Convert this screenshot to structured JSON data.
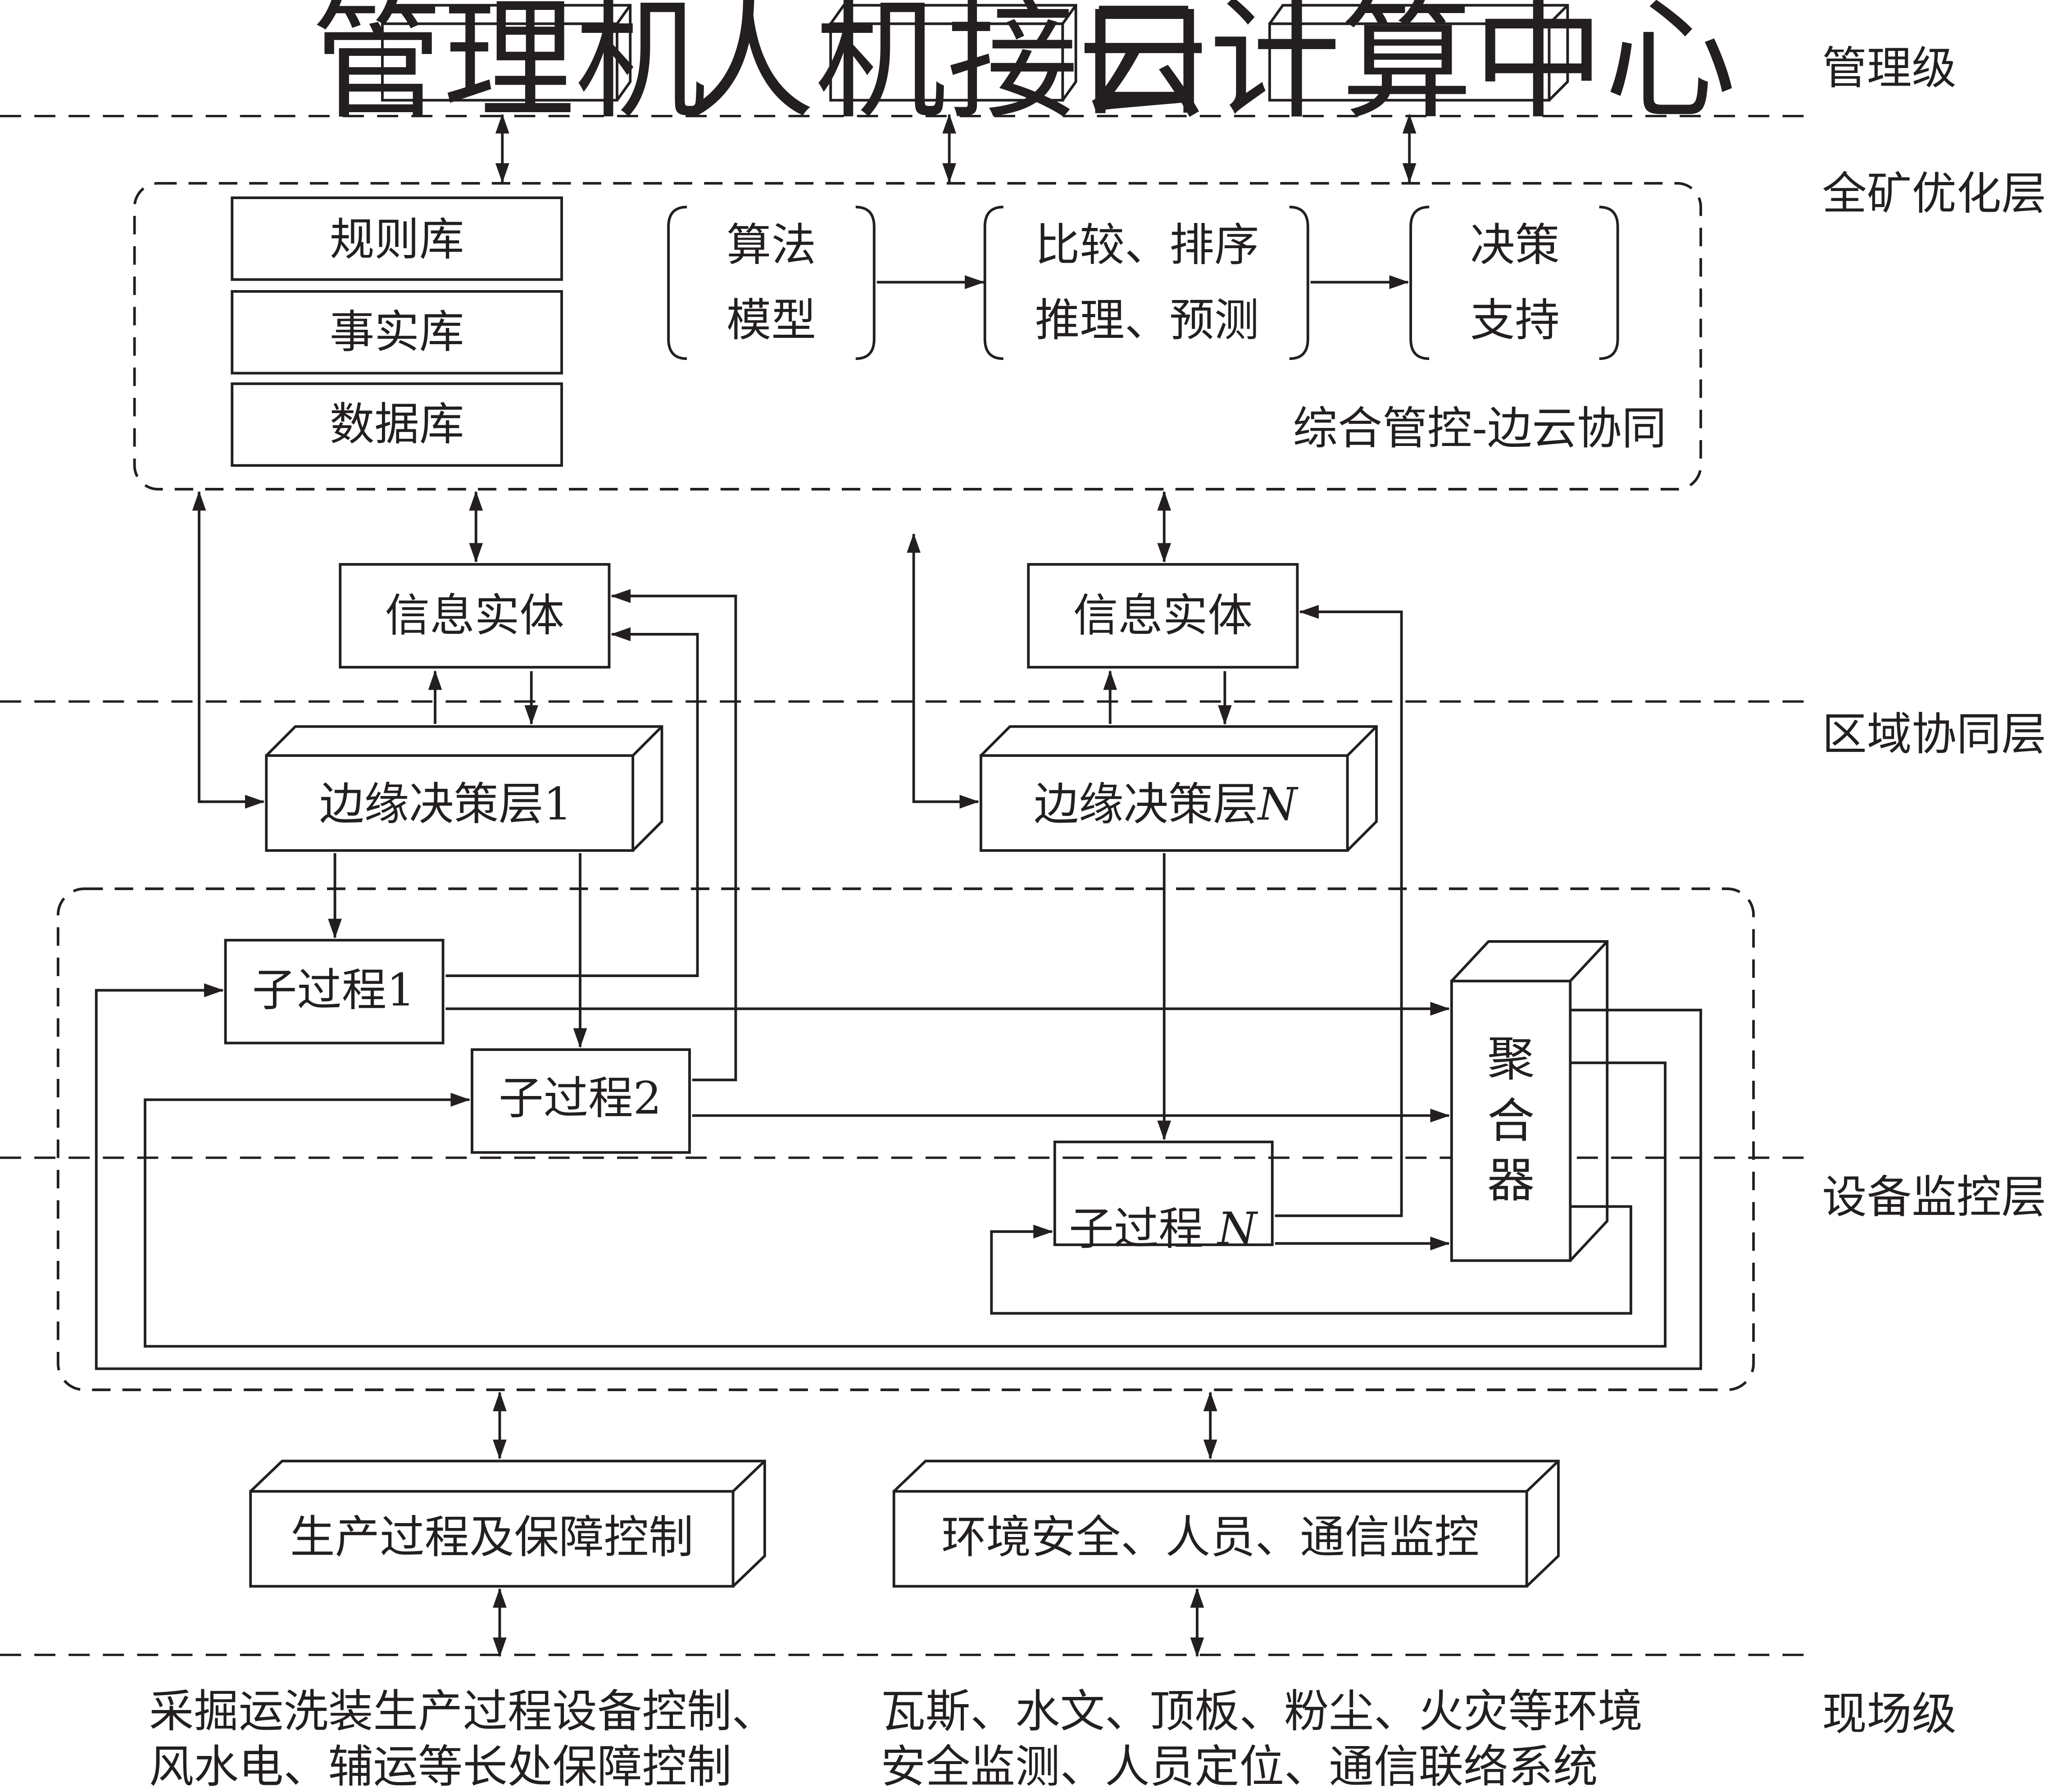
{
  "layers": {
    "management": "管理级",
    "mine_optimization": "全矿优化层",
    "regional_collaboration": "区域协同层",
    "equipment_monitoring": "设备监控层",
    "field": "现场级"
  },
  "top_boxes": {
    "management_computer": "管理机",
    "human_machine_interface": "人机接口",
    "cloud_center": "云计算中心"
  },
  "knowledge_bases": [
    "规则库",
    "事实库",
    "数据库"
  ],
  "pipeline": {
    "algorithm_model": [
      "算法",
      "模型"
    ],
    "compare_sort": [
      "比较、排序",
      "推理、预测"
    ],
    "decision_support": [
      "决策",
      "支持"
    ]
  },
  "control_group_label": "综合管控-边云协同",
  "info_entity_1": "信息实体",
  "info_entity_n": "信息实体",
  "edge_layer_1": "边缘决策层1",
  "edge_layer_n_prefix": "边缘决策层",
  "edge_layer_n_suffix": "N",
  "subprocess_1": "子过程1",
  "subprocess_2": "子过程2",
  "subprocess_n_prefix": "子过程 ",
  "subprocess_n_suffix": "N",
  "aggregator": [
    "聚",
    "合",
    "器"
  ],
  "bottom_boxes": {
    "production_control": "生产过程及保障控制",
    "environment_monitoring": "环境安全、人员、通信监控"
  },
  "field_left": [
    "采掘运洗装生产过程设备控制、",
    "风水电、辅运等长处保障控制"
  ],
  "field_right": [
    "瓦斯、水文、顶板、粉尘、火灾等环境",
    "安全监测、人员定位、通信联络系统"
  ]
}
